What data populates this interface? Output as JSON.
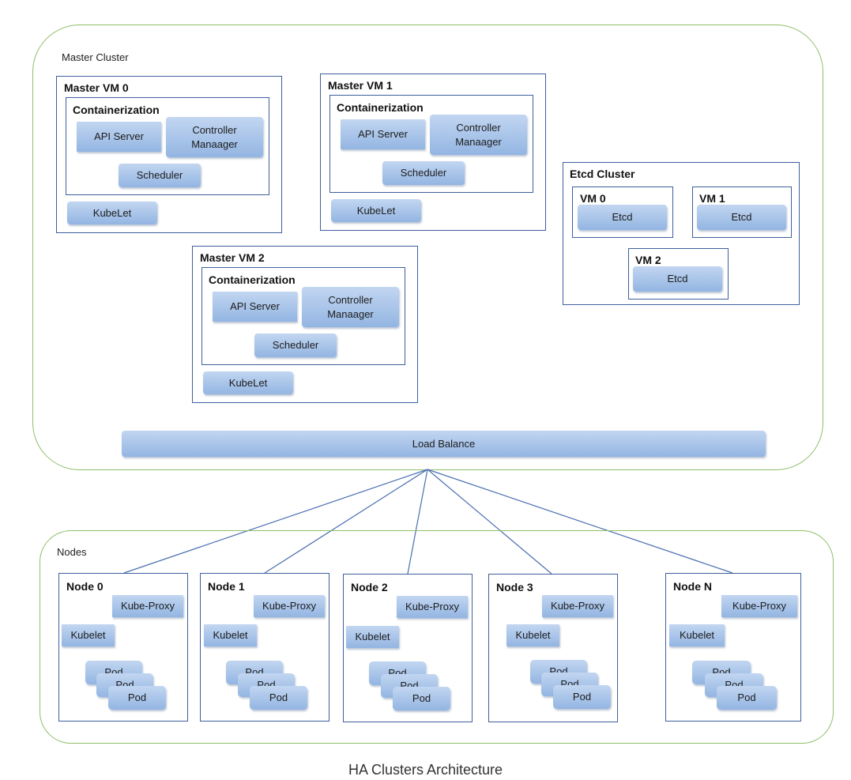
{
  "caption": "HA Clusters Architecture",
  "master_cluster": {
    "label": "Master Cluster",
    "vms": [
      {
        "title": "Master VM 0",
        "containerization": "Containerization",
        "api_server": "API Server",
        "controller": "Controller\nManaager",
        "scheduler": "Scheduler",
        "kubelet": "KubeLet"
      },
      {
        "title": "Master VM 1",
        "containerization": "Containerization",
        "api_server": "API Server",
        "controller": "Controller\nManaager",
        "scheduler": "Scheduler",
        "kubelet": "KubeLet"
      },
      {
        "title": "Master VM 2",
        "containerization": "Containerization",
        "api_server": "API Server",
        "controller": "Controller\nManaager",
        "scheduler": "Scheduler",
        "kubelet": "KubeLet"
      }
    ],
    "etcd_cluster": {
      "title": "Etcd Cluster",
      "vms": [
        {
          "title": "VM 0",
          "etcd": "Etcd"
        },
        {
          "title": "VM 1",
          "etcd": "Etcd"
        },
        {
          "title": "VM 2",
          "etcd": "Etcd"
        }
      ]
    },
    "load_balance": "Load Balance"
  },
  "nodes": {
    "label": "Nodes",
    "items": [
      {
        "title": "Node 0",
        "kube_proxy": "Kube-Proxy",
        "kubelet": "Kubelet",
        "pods": [
          "Pod",
          "Pod",
          "Pod"
        ]
      },
      {
        "title": "Node 1",
        "kube_proxy": "Kube-Proxy",
        "kubelet": "Kubelet",
        "pods": [
          "Pod",
          "Pod",
          "Pod"
        ]
      },
      {
        "title": "Node 2",
        "kube_proxy": "Kube-Proxy",
        "kubelet": "Kubelet",
        "pods": [
          "Pod",
          "Pod",
          "Pod"
        ]
      },
      {
        "title": "Node 3",
        "kube_proxy": "Kube-Proxy",
        "kubelet": "Kubelet",
        "pods": [
          "Pod",
          "Pod",
          "Pod"
        ]
      },
      {
        "title": "Node N",
        "kube_proxy": "Kube-Proxy",
        "kubelet": "Kubelet",
        "pods": [
          "Pod",
          "Pod",
          "Pod"
        ]
      }
    ]
  },
  "colors": {
    "cluster_border": "#8fbf6a",
    "box_border": "#3e5f9e",
    "pill_fill": "#a9c4ea",
    "connector": "#4a6fb0"
  }
}
